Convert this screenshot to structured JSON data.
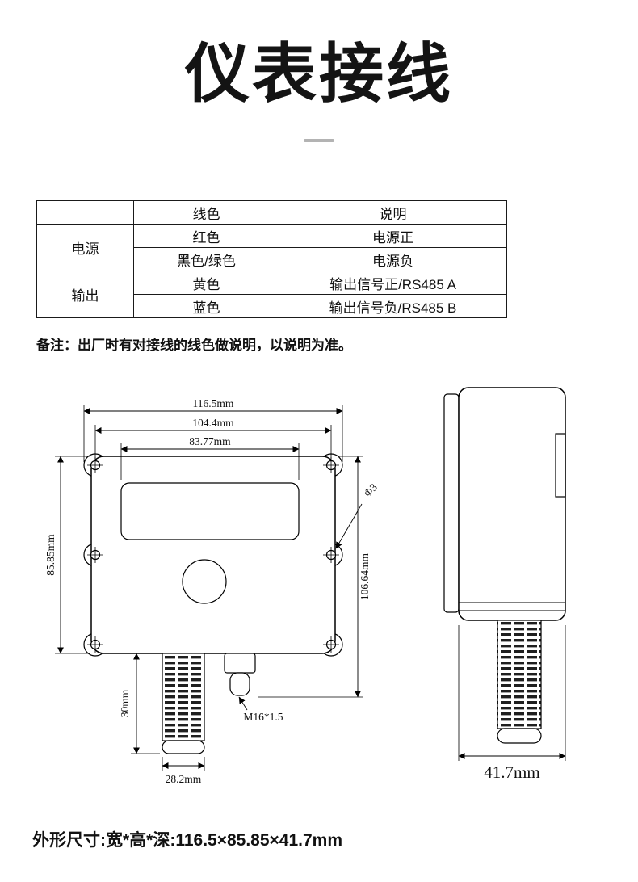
{
  "page": {
    "title": "仪表接线",
    "note": "备注：出厂时有对接线的线色做说明，以说明为准。",
    "footer": "外形尺寸:宽*高*深:116.5×85.85×41.7mm",
    "divider_color": "#b3b3b3"
  },
  "table": {
    "headers": [
      "",
      "线色",
      "说明"
    ],
    "groups": [
      {
        "name": "电源",
        "rows": [
          {
            "color": "红色",
            "desc": "电源正"
          },
          {
            "color": "黑色/绿色",
            "desc": "电源负"
          }
        ]
      },
      {
        "name": "输出",
        "rows": [
          {
            "color": "黄色",
            "desc": "输出信号正/RS485 A"
          },
          {
            "color": "蓝色",
            "desc": "输出信号负/RS485 B"
          }
        ]
      }
    ]
  },
  "drawing": {
    "front": {
      "dim_width_total": "116.5mm",
      "dim_width_mount": "104.4mm",
      "dim_width_inner": "83.77mm",
      "dim_height": "85.85mm",
      "dim_height_total": "106.64mm",
      "hole_diameter": "Φ3",
      "probe_length": "30mm",
      "probe_width": "28.2mm",
      "gland_thread": "M16*1.5"
    },
    "side": {
      "dim_depth": "41.7mm"
    }
  }
}
